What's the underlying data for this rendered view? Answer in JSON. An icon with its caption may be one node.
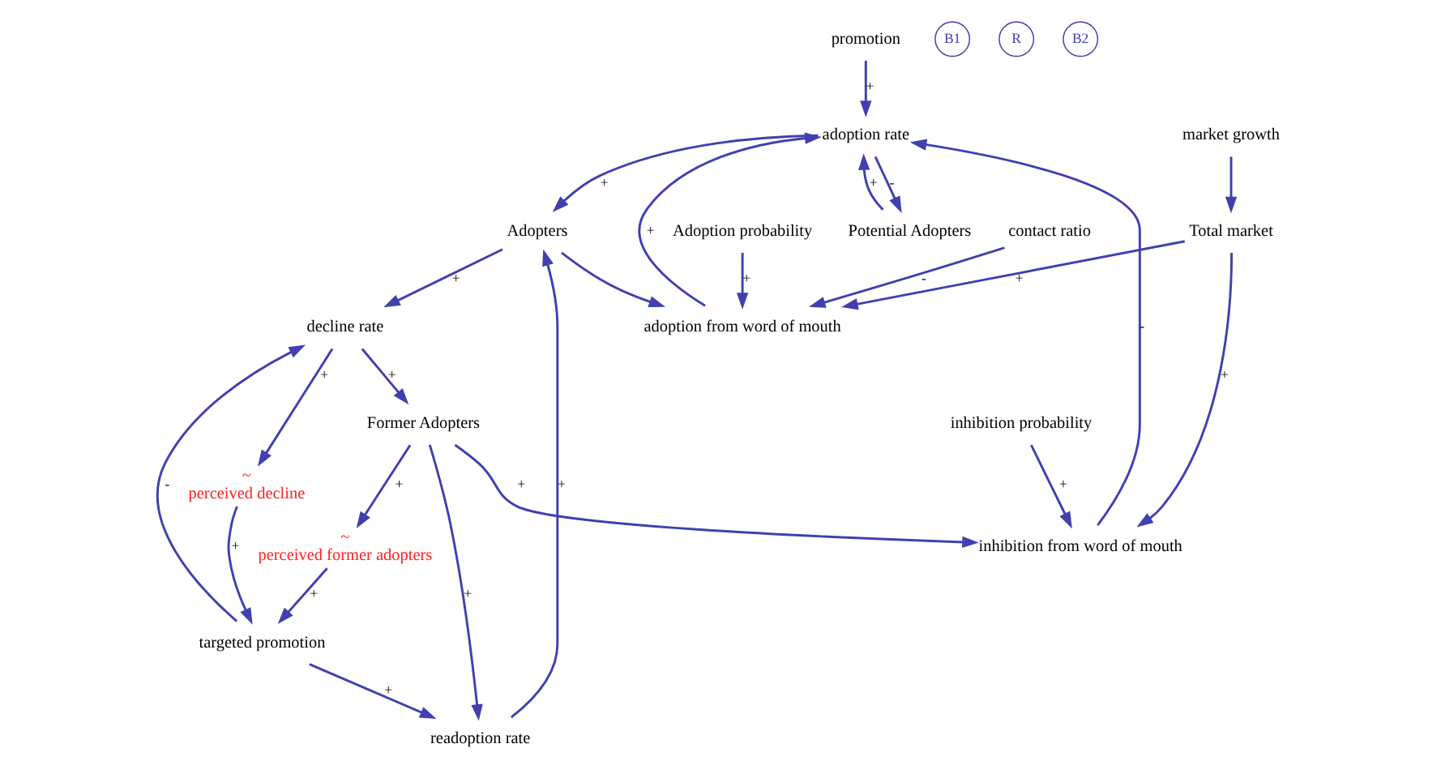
{
  "diagram": {
    "nodes": [
      {
        "text": [
          "promotion"
        ]
      },
      {
        "text": [
          "Potential Adopters"
        ]
      },
      {
        "text": [
          "adoption rate"
        ]
      },
      {
        "text": [
          "Adopters"
        ]
      },
      {
        "text": [
          "decline rate"
        ]
      },
      {
        "text": [
          "Former Adopters"
        ]
      },
      {
        "text": [
          "~",
          "perceived decline"
        ]
      },
      {
        "text": [
          "inhibition probability"
        ]
      },
      {
        "text": [
          "inhibition from word of mouth"
        ]
      },
      {
        "text": [
          "adoption from word of mouth"
        ]
      },
      {
        "text": [
          "readoption rate"
        ]
      },
      {
        "text": [
          "~",
          "perceived former adopters"
        ]
      },
      {
        "text": [
          "contact ratio"
        ]
      },
      {
        "text": [
          "market growth"
        ]
      },
      {
        "text": [
          "Total market"
        ]
      },
      {
        "text": [
          "Adoption probability"
        ]
      },
      {
        "text": [
          "targeted promotion"
        ]
      }
    ],
    "edges": [
      {
        "from": 0,
        "to": 2,
        "arrow": "to",
        "label": "+"
      },
      {
        "from": 2,
        "to": 1,
        "arrow": "to",
        "label": "-"
      },
      {
        "from": 1,
        "to": 2,
        "arrow": "to",
        "label": "+"
      },
      {
        "from": 8,
        "to": 2,
        "arrow": "to",
        "label": "-"
      },
      {
        "from": 2,
        "to": 3,
        "arrow": "to",
        "label": "+"
      },
      {
        "from": 9,
        "to": 2,
        "arrow": "to",
        "label": "+"
      },
      {
        "from": 3,
        "to": 4,
        "arrow": "to",
        "label": "+"
      },
      {
        "from": 3,
        "to": 9,
        "arrow": "to"
      },
      {
        "from": 10,
        "to": 3,
        "arrow": "to",
        "label": "+"
      },
      {
        "from": 4,
        "to": 5,
        "arrow": "to",
        "label": "+"
      },
      {
        "from": 4,
        "to": 6,
        "arrow": "to",
        "label": "+"
      },
      {
        "from": 16,
        "to": 4,
        "arrow": "to",
        "label": "-"
      },
      {
        "from": 5,
        "to": 10,
        "arrow": "to",
        "label": "+"
      },
      {
        "from": 5,
        "to": 11,
        "arrow": "to",
        "label": "+"
      },
      {
        "from": 5,
        "to": 8,
        "arrow": "to",
        "label": "+"
      },
      {
        "from": 6,
        "to": 16,
        "arrow": "to",
        "label": "+"
      },
      {
        "from": 11,
        "to": 16,
        "arrow": "to",
        "label": "+"
      },
      {
        "from": 16,
        "to": 10,
        "arrow": "to",
        "label": "+"
      },
      {
        "from": 7,
        "to": 8,
        "arrow": "to",
        "label": "+"
      },
      {
        "from": 13,
        "to": 14,
        "arrow": "to"
      },
      {
        "from": 14,
        "to": 8,
        "arrow": "to",
        "label": "+"
      },
      {
        "from": 14,
        "to": 9,
        "arrow": "to",
        "label": "+"
      },
      {
        "from": 15,
        "to": 9,
        "arrow": "to",
        "label": "+"
      },
      {
        "from": 12,
        "to": 9,
        "arrow": "to",
        "label": "-"
      }
    ],
    "labels": [
      "B1",
      "R",
      "B2"
    ]
  }
}
